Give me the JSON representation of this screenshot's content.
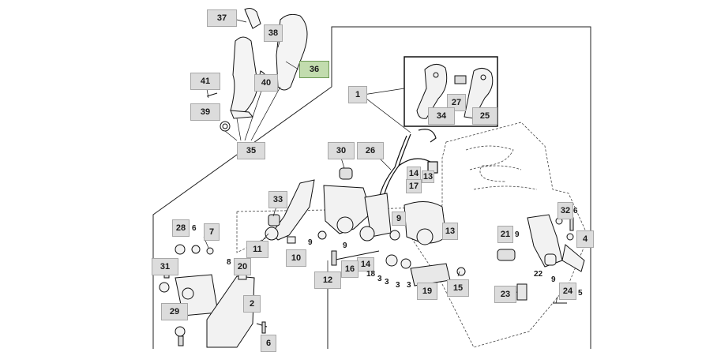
{
  "diagram": {
    "callouts": {
      "c37": "37",
      "c38": "38",
      "c36": "36",
      "c40": "40",
      "c41": "41",
      "c39": "39",
      "c35": "35",
      "c1": "1",
      "c27": "27",
      "c34": "34",
      "c25": "25",
      "c30": "30",
      "c26": "26",
      "c14a": "14",
      "c13a": "13",
      "c17": "17",
      "c33": "33",
      "c9a": "9",
      "c9b": "9",
      "c13b": "13",
      "c32": "32",
      "c6a": "6",
      "c4": "4",
      "c28": "28",
      "c6b": "6",
      "c7": "7",
      "c11": "11",
      "c10": "10",
      "c9c": "9",
      "c14b": "14",
      "c16": "16",
      "c21": "21",
      "c9d": "9",
      "c31": "31",
      "c8": "8",
      "c20": "20",
      "c12": "12",
      "c18": "18",
      "c3a": "3",
      "c3b": "3",
      "c3c": "3",
      "c3d": "3",
      "c19": "19",
      "c15": "15",
      "c22": "22",
      "c9e": "9",
      "c23": "23",
      "c24": "24",
      "c5": "5",
      "c29": "29",
      "c2": "2",
      "c6c": "6"
    }
  }
}
